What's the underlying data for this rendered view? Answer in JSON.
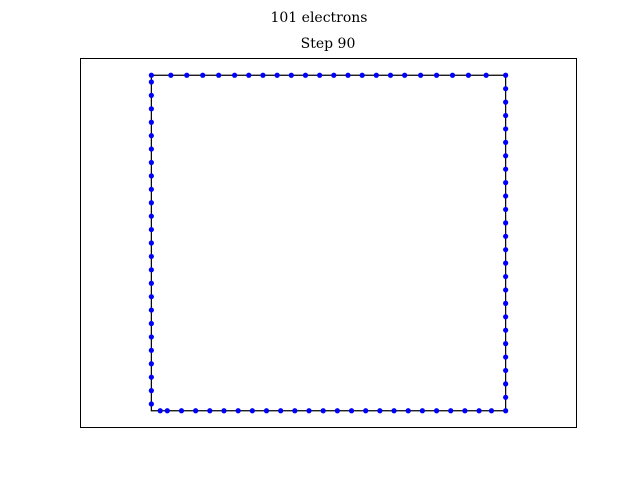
{
  "figure": {
    "suptitle": "101 electrons",
    "title": "Step 90"
  },
  "chart_data": {
    "type": "scatter",
    "title": "Step 90",
    "suptitle": "101 electrons",
    "xlabel": "",
    "ylabel": "",
    "xlim": [
      -0.2,
      1.2
    ],
    "ylim": [
      -0.05,
      1.05
    ],
    "axis_ticks": false,
    "grid": false,
    "boundary": {
      "shape": "square",
      "corners": [
        [
          0,
          0
        ],
        [
          1,
          0
        ],
        [
          1,
          1
        ],
        [
          0,
          1
        ]
      ],
      "color": "#000000"
    },
    "series": [
      {
        "marker_color": "#0000ff",
        "points": {
          "top": [
            0.0,
            0.055,
            0.1,
            0.145,
            0.19,
            0.235,
            0.275,
            0.315,
            0.355,
            0.395,
            0.435,
            0.475,
            0.515,
            0.555,
            0.595,
            0.635,
            0.675,
            0.715,
            0.76,
            0.805,
            0.85,
            0.895,
            0.945,
            1.0
          ],
          "right": [
            0.96,
            0.92,
            0.88,
            0.84,
            0.8,
            0.76,
            0.72,
            0.68,
            0.64,
            0.6,
            0.56,
            0.52,
            0.48,
            0.44,
            0.4,
            0.36,
            0.32,
            0.28,
            0.24,
            0.2,
            0.16,
            0.12,
            0.08,
            0.04,
            0.0
          ],
          "bottom": [
            0.96,
            0.925,
            0.885,
            0.845,
            0.805,
            0.765,
            0.725,
            0.685,
            0.645,
            0.605,
            0.565,
            0.525,
            0.485,
            0.445,
            0.405,
            0.365,
            0.325,
            0.285,
            0.245,
            0.205,
            0.165,
            0.125,
            0.085,
            0.045,
            0.025
          ],
          "left": [
            0.02,
            0.06,
            0.1,
            0.14,
            0.18,
            0.22,
            0.26,
            0.3,
            0.34,
            0.38,
            0.42,
            0.46,
            0.5,
            0.54,
            0.58,
            0.62,
            0.66,
            0.7,
            0.74,
            0.78,
            0.82,
            0.86,
            0.9,
            0.94,
            0.98
          ]
        }
      }
    ]
  }
}
